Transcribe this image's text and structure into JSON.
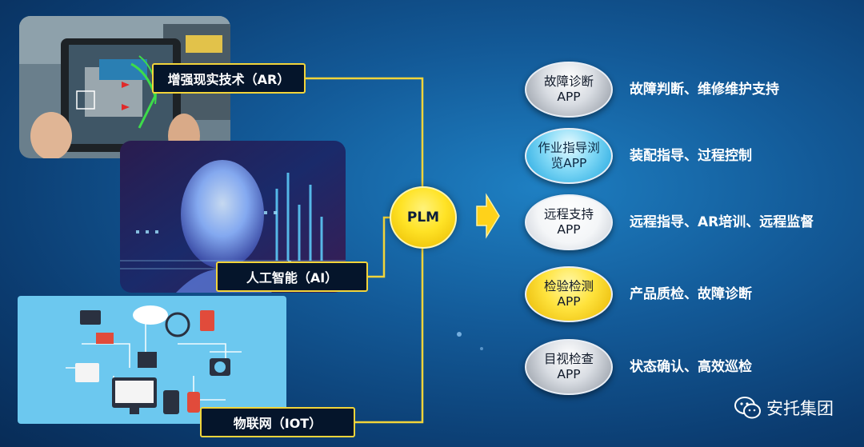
{
  "hub": {
    "label": "PLM"
  },
  "technologies": [
    {
      "label": "增强现实技术（AR）"
    },
    {
      "label": "人工智能（AI）"
    },
    {
      "label": "物联网（IOT）"
    }
  ],
  "apps": [
    {
      "name": "故障诊断APP",
      "description": "故障判断、维修维护支持",
      "style": "gray"
    },
    {
      "name": "作业指导浏览APP",
      "description": "装配指导、过程控制",
      "style": "blue"
    },
    {
      "name": "远程支持APP",
      "description": "远程指导、AR培训、远程监督",
      "style": "white"
    },
    {
      "name": "检验检测APP",
      "description": "产品质检、故障诊断",
      "style": "yellow"
    },
    {
      "name": "目视检查APP",
      "description": "状态确认、高效巡检",
      "style": "gray"
    }
  ],
  "colors": {
    "connector": "#f2d43a",
    "hub": "#ffe326",
    "label_border": "#f2d43a"
  },
  "watermark": {
    "text": "安托集团",
    "icon": "wechat-icon"
  }
}
